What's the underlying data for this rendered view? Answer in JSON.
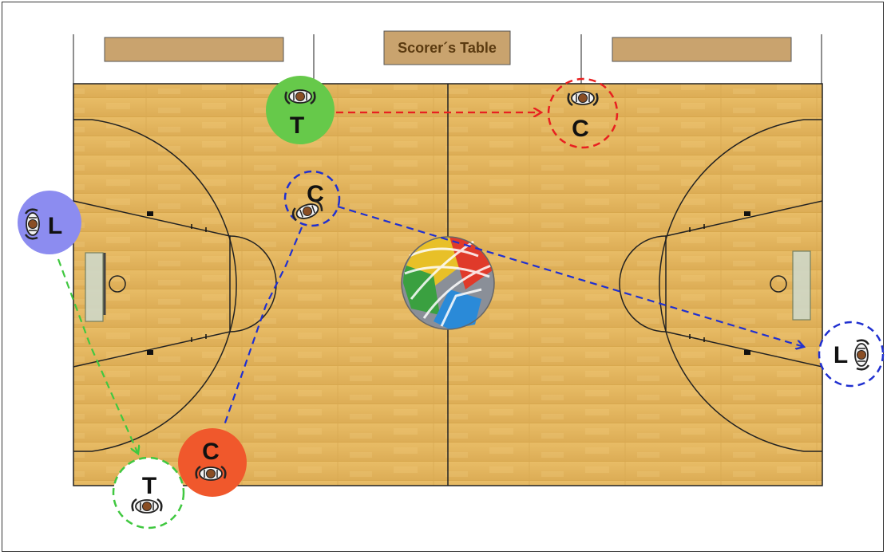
{
  "scorers_table_label": "Scorer´s Table",
  "officials": {
    "trail_top": "T",
    "center_top": "C",
    "center_mid": "C",
    "lead_left": "L",
    "lead_right": "L",
    "center_bottom": "C",
    "trail_bottom": "T"
  },
  "colors": {
    "court_wood": "#e3b55e",
    "trail_top_fill": "#66c94a",
    "lead_left_fill": "#8c8cf0",
    "center_bottom_fill": "#f0582c",
    "arrow_red": "#e82020",
    "arrow_blue": "#2030d0",
    "arrow_green": "#40c840",
    "bench": "#c9a36e"
  },
  "icons": [
    "official-top-view-icon",
    "basketball-icon"
  ]
}
